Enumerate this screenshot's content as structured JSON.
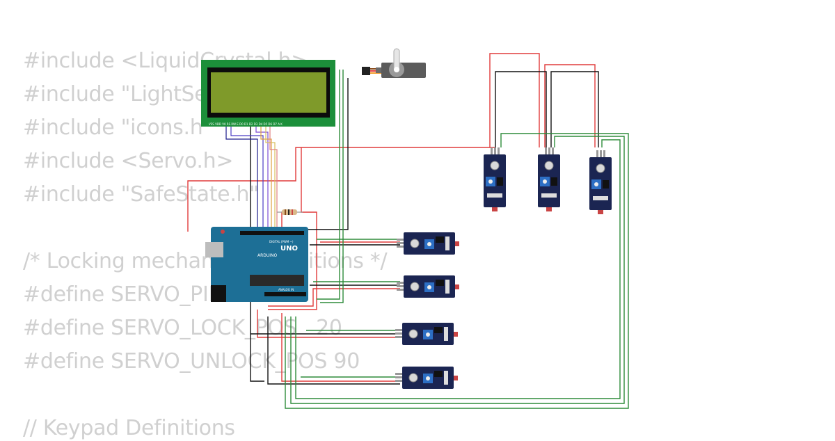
{
  "code_lines": [
    "#include <LiquidCrystal.h>",
    "#include \"LightSensor.h\"",
    "#include \"icons.h\"",
    "#include <Servo.h>",
    "#include \"SafeState.h\"",
    "",
    "/* Locking mechanism definitions */",
    "#define SERVO_PIN 6",
    "#define SERVO_LOCK_POS   20",
    "#define SERVO_UNLOCK_POS 90",
    "",
    "// Keypad Definitions"
  ],
  "board": {
    "name": "UNO",
    "brand": "ARDUINO",
    "header_digital": "DIGITAL (PWM ~)",
    "header_analog": "ANALOG IN"
  },
  "lcd": {
    "pin_labels": "VSS VDD V0 RS RW E D0 D1 D2 D3 D4 D5 D6 D7 A K"
  },
  "colors": {
    "wire_red": "#e03b3b",
    "wire_black": "#111111",
    "wire_green": "#2e8b3a",
    "lcd_screen": "#7f9a2a",
    "lcd_board": "#1c8f3a",
    "arduino": "#1d6f96",
    "sensor": "#1b2552"
  }
}
